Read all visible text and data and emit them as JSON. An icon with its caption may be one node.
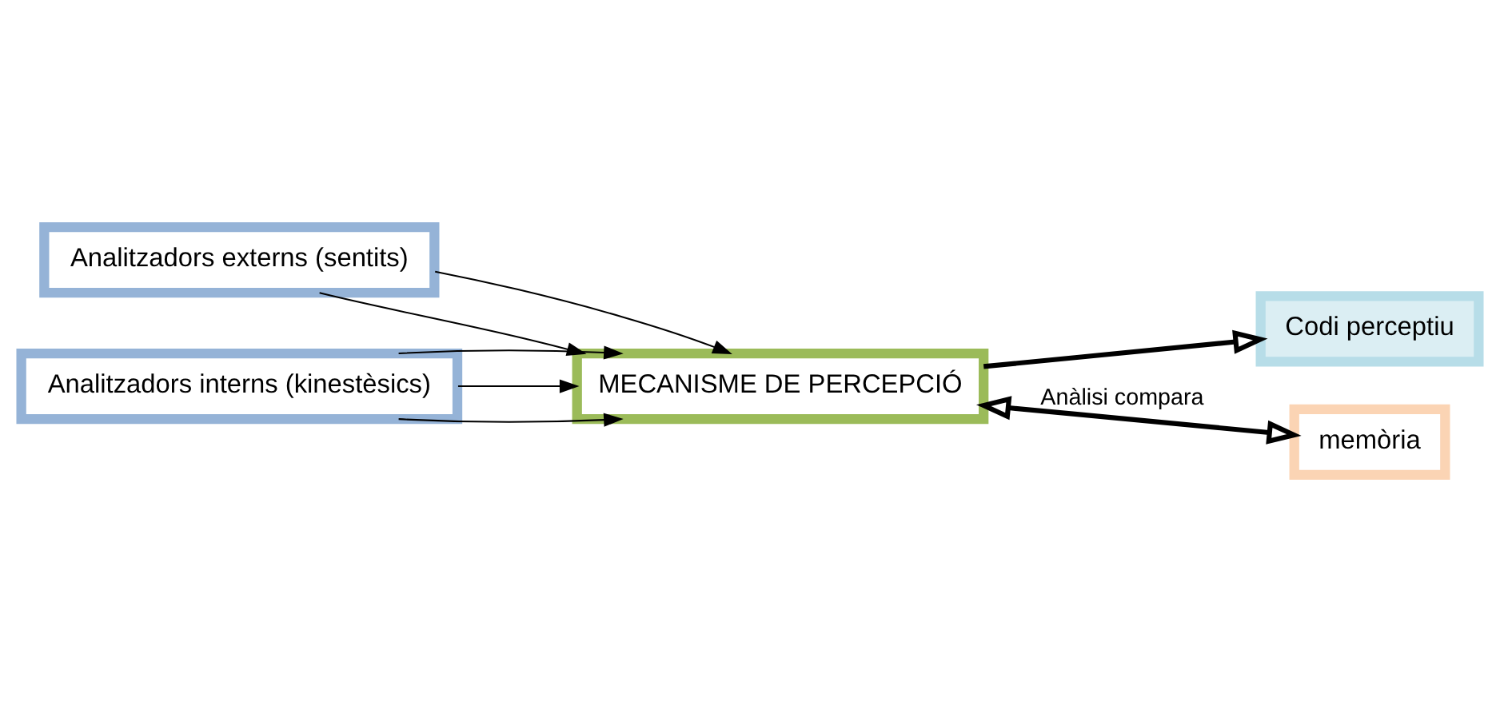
{
  "diagram": {
    "nodes": [
      {
        "text": [
          "Analitzadors externs (sentits)"
        ]
      },
      {
        "text": [
          "MECANISME DE PERCEPCIÓ"
        ]
      },
      {
        "text": [
          "Analitzadors interns (kinestèsics)"
        ]
      },
      {
        "text": [
          "Codi perceptiu"
        ]
      },
      {
        "text": [
          "memòria"
        ]
      }
    ],
    "edges": [
      {
        "from": 0,
        "to": 1,
        "arrow": "to"
      },
      {
        "from": 0,
        "to": 1,
        "arrow": "to"
      },
      {
        "from": 2,
        "to": 1,
        "arrow": "to"
      },
      {
        "from": 2,
        "to": 1,
        "arrow": "to"
      },
      {
        "from": 2,
        "to": 1,
        "arrow": "to"
      },
      {
        "from": 1,
        "to": 3,
        "arrow": "to",
        "style": "thick"
      },
      {
        "from": 1,
        "to": 4,
        "arrow": "both",
        "style": "thick",
        "label": "Anàlisi compara"
      }
    ]
  }
}
